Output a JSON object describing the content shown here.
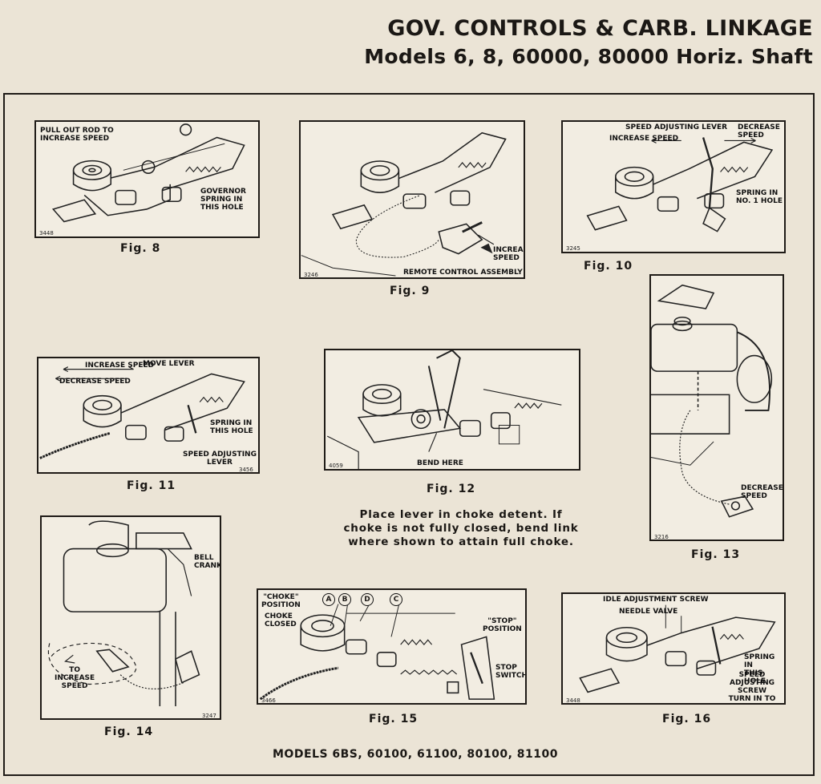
{
  "header": {
    "title_line1": "GOV. CONTROLS & CARB. LINKAGE",
    "title_line2": "Models 6, 8, 60000, 80000 Horiz. Shaft"
  },
  "figures": {
    "fig8": {
      "caption": "Fig. 8",
      "number": "3448",
      "labels": [
        "PULL OUT ROD TO\nINCREASE SPEED",
        "GOVERNOR\nSPRING IN\nTHIS HOLE"
      ]
    },
    "fig9": {
      "caption": "Fig. 9",
      "number": "3246",
      "labels": [
        "INCREASE\nSPEED",
        "REMOTE CONTROL ASSEMBLY"
      ]
    },
    "fig10": {
      "caption": "Fig. 10",
      "number": "3245",
      "labels": [
        "SPEED ADJUSTING LEVER",
        "INCREASE SPEED",
        "DECREASE\nSPEED",
        "SPRING IN\nNO. 1 HOLE"
      ]
    },
    "fig11": {
      "caption": "Fig. 11",
      "number": "3456",
      "labels": [
        "INCREASE SPEED",
        "DECREASE SPEED",
        "MOVE LEVER",
        "SPRING IN\nTHIS HOLE",
        "SPEED ADJUSTING\nLEVER"
      ]
    },
    "fig12": {
      "caption": "Fig. 12",
      "number": "4059",
      "labels": [
        "BEND HERE"
      ]
    },
    "fig13": {
      "caption": "Fig. 13",
      "number": "3216",
      "labels": [
        "DECREASE\nSPEED"
      ]
    },
    "fig14": {
      "caption": "Fig. 14",
      "number": "3247",
      "labels": [
        "BELL\nCRANK",
        "TO\nINCREASE\nSPEED"
      ]
    },
    "fig15": {
      "caption": "Fig. 15",
      "number": "3466",
      "labels": [
        "\"CHOKE\"\nPOSITION",
        "CHOKE\nCLOSED",
        "\"STOP\"\nPOSITION",
        "STOP\nSWITCH"
      ],
      "markers": [
        "A",
        "B",
        "D",
        "C"
      ]
    },
    "fig16": {
      "caption": "Fig. 16",
      "number": "3448",
      "labels": [
        "IDLE ADJUSTMENT SCREW",
        "NEEDLE VALVE",
        "SPRING IN\nTHIS HOLE",
        "SPEED\nADJUSTING SCREW\nTURN IN TO\nINCREASE SPEED"
      ]
    }
  },
  "note": "Place lever in choke detent. If choke is not fully closed, bend link where shown to attain full choke.",
  "footer": "MODELS 6BS, 60100, 61100, 80100, 81100"
}
